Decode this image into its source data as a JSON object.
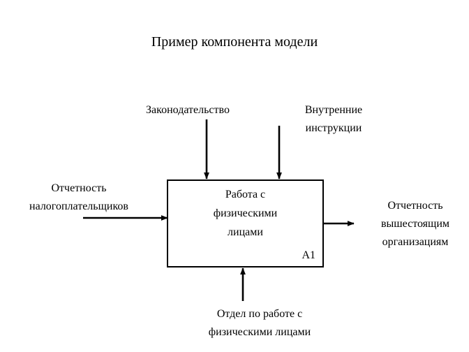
{
  "diagram": {
    "title": "Пример компонента модели",
    "type": "IDEF0 activity box",
    "ink_color": "#000000",
    "background_color": "#ffffff",
    "activity": {
      "label_lines": [
        "Работа с",
        "физическими",
        "лицами"
      ],
      "node_id": "A1"
    },
    "controls": [
      {
        "name": "legislation",
        "label_lines": [
          "Законодательство"
        ],
        "arrow": "down"
      },
      {
        "name": "internal-instructions",
        "label_lines": [
          "Внутренние",
          "инструкции"
        ],
        "arrow": "down"
      }
    ],
    "inputs": [
      {
        "name": "taxpayer-reporting",
        "label_lines": [
          "Отчетность",
          "налогоплательщиков"
        ],
        "arrow": "right"
      }
    ],
    "outputs": [
      {
        "name": "reporting-to-superior-organizations",
        "label_lines": [
          "Отчетность",
          "вышестоящим",
          "организациям"
        ],
        "arrow": "right"
      }
    ],
    "mechanisms": [
      {
        "name": "individuals-department",
        "label_lines": [
          "Отдел по работе с",
          "физическими лицами"
        ],
        "arrow": "up"
      }
    ]
  }
}
